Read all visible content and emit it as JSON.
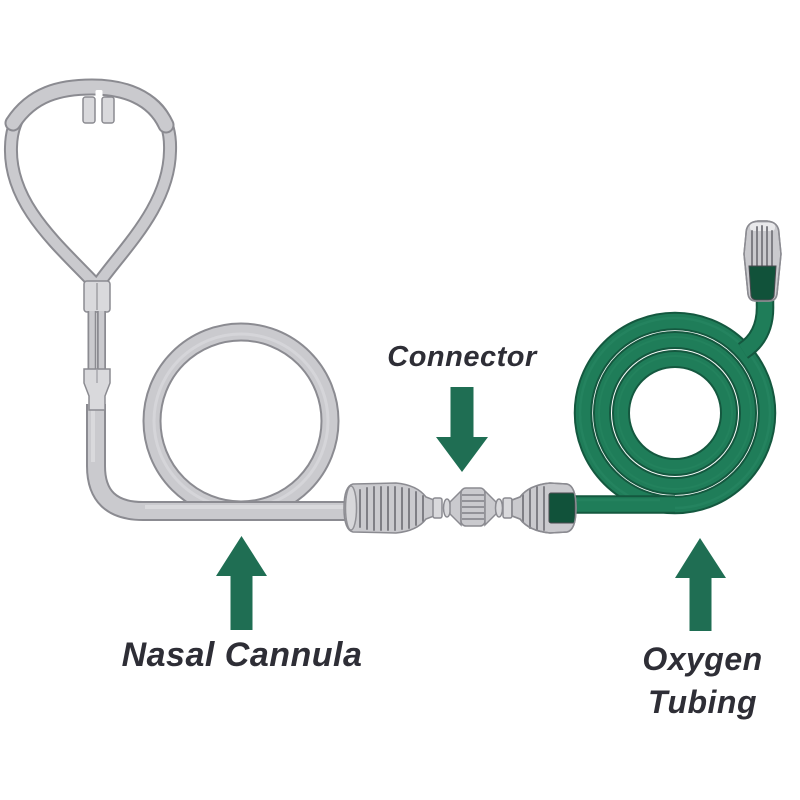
{
  "diagram": {
    "type": "labeled-illustration",
    "labels": {
      "connector": "Connector",
      "nasal_cannula": "Nasal Cannula",
      "oxygen_line1": "Oxygen",
      "oxygen_line2": "Tubing"
    },
    "annotations": [
      {
        "label": "Connector",
        "arrow_direction": "down",
        "points_to": "connector-graphic"
      },
      {
        "label": "Nasal Cannula",
        "arrow_direction": "up",
        "points_to": "nasal-cannula-graphic"
      },
      {
        "label": "Oxygen Tubing",
        "arrow_direction": "up",
        "points_to": "oxygen-tubing-graphic"
      }
    ],
    "colors": {
      "background": "#ffffff",
      "label_text": "#2e2e36",
      "arrow_green": "#1f6e53",
      "tube_gray_fill": "#cacace",
      "tube_gray_light": "#d9d9dc",
      "tube_gray_stroke": "#8b8b91",
      "rib_gray": "#7f7f85",
      "oxygen_green": "#1f7d59",
      "oxygen_green_dark": "#14583f",
      "oxygen_green_window": "#11523a"
    }
  }
}
